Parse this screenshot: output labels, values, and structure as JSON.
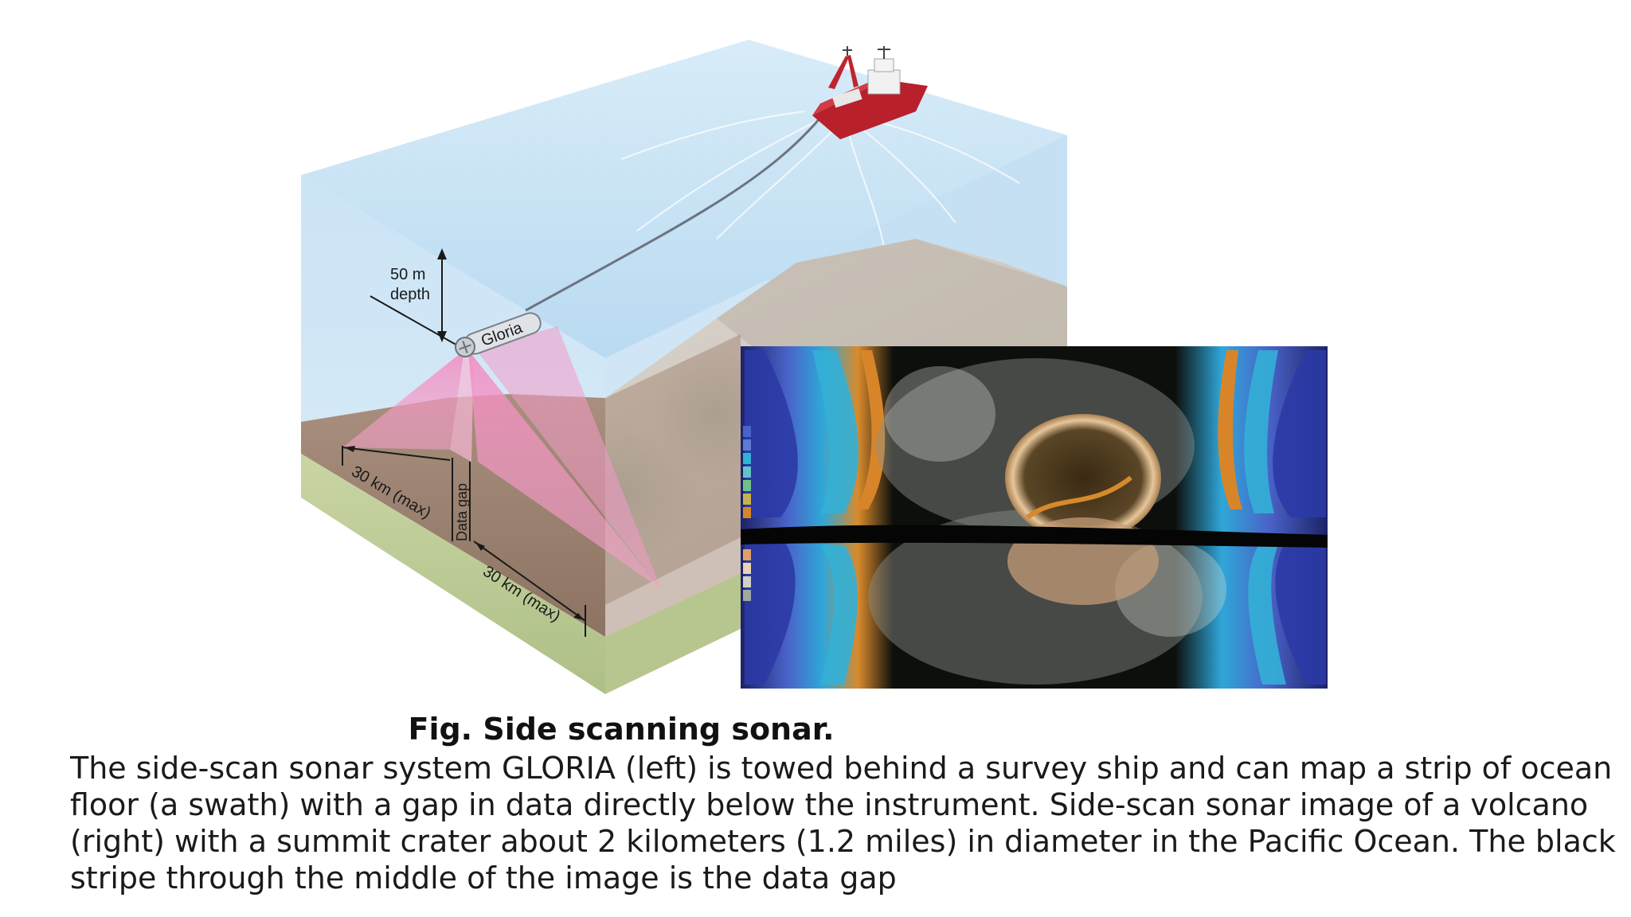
{
  "figure": {
    "labels": {
      "depth": [
        "50 m",
        "depth"
      ],
      "instrument": "Gloria",
      "swath_left": "30 km (max)",
      "swath_right": "30 km (max)",
      "data_gap": "Data gap"
    },
    "caption": {
      "title": "Fig. Side scanning sonar.",
      "body": "The side-scan sonar system GLORIA (left) is towed behind a survey ship and can map a strip of ocean floor (a swath) with a gap in data directly below the instrument. Side-scan sonar image of a volcano (right) with a summit crater about 2 kilometers (1.2 miles) in diameter in the Pacific Ocean. The black stripe through the middle of the image is the data gap"
    }
  }
}
